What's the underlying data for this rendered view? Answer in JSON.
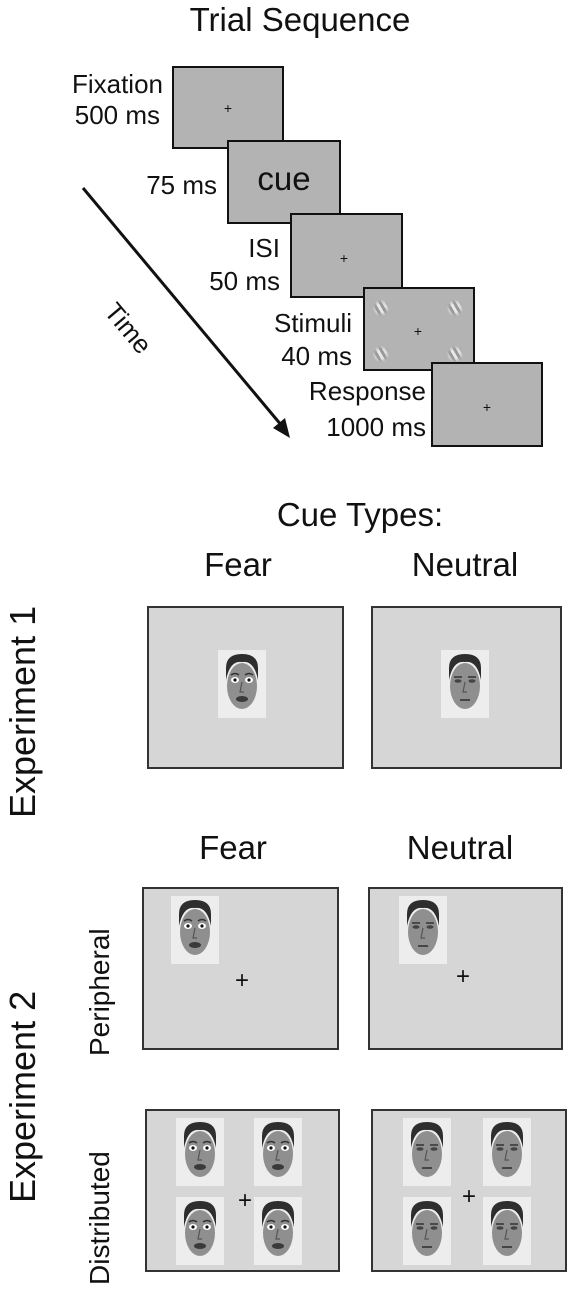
{
  "trial": {
    "title": "Trial Sequence",
    "time_label": "Time",
    "steps": [
      {
        "name": "Fixation",
        "duration": "500 ms"
      },
      {
        "duration": "75 ms",
        "content": "cue"
      },
      {
        "name": "ISI",
        "duration": "50 ms"
      },
      {
        "name": "Stimuli",
        "duration": "40 ms"
      },
      {
        "name": "Response",
        "duration": "1000 ms"
      }
    ],
    "fixation_symbol": "+"
  },
  "cue_types": {
    "title": "Cue Types:",
    "experiment1": {
      "label": "Experiment 1",
      "columns": [
        "Fear",
        "Neutral"
      ]
    },
    "experiment2": {
      "label": "Experiment 2",
      "columns": [
        "Fear",
        "Neutral"
      ],
      "rows": [
        "Peripheral",
        "Distributed"
      ]
    }
  },
  "colors": {
    "trial_frame": "#b3b3b3",
    "cue_panel": "#d6d6d6"
  }
}
